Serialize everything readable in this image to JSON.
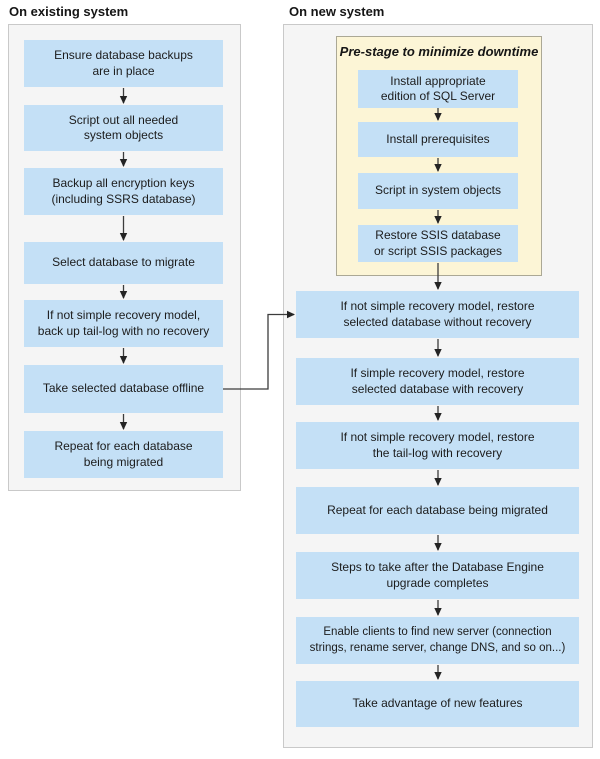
{
  "existing": {
    "title": "On existing system",
    "steps": [
      "Ensure database backups\nare in place",
      "Script out all needed\nsystem objects",
      "Backup all encryption keys\n(including SSRS database)",
      "Select database to migrate",
      "If not simple recovery model,\nback up tail-log with no recovery",
      "Take selected database offline",
      "Repeat for each database\nbeing migrated"
    ]
  },
  "new_system": {
    "title": "On new system",
    "prestage": {
      "title": "Pre-stage to minimize downtime",
      "steps": [
        "Install appropriate\nedition of SQL Server",
        "Install prerequisites",
        "Script in system objects",
        "Restore SSIS database\nor script SSIS packages"
      ]
    },
    "steps": [
      "If not simple recovery model, restore\nselected database without recovery",
      "If simple recovery model, restore\nselected database with recovery",
      "If not simple recovery model, restore\nthe tail-log with recovery",
      "Repeat for each database being migrated",
      "Steps to take after the Database Engine\nupgrade completes",
      "Enable clients to find new server (connection\nstrings, rename server, change DNS, and so on...)",
      "Take advantage of new features"
    ]
  },
  "colors": {
    "step_fill": "#c4e0f6",
    "prestage_fill": "#fcf5d6",
    "prestage_border": "#aba895",
    "container_fill": "#f5f5f5",
    "container_border": "#c9c9c9",
    "arrow": "#3c3c3c",
    "text": "#1c1c1c"
  }
}
